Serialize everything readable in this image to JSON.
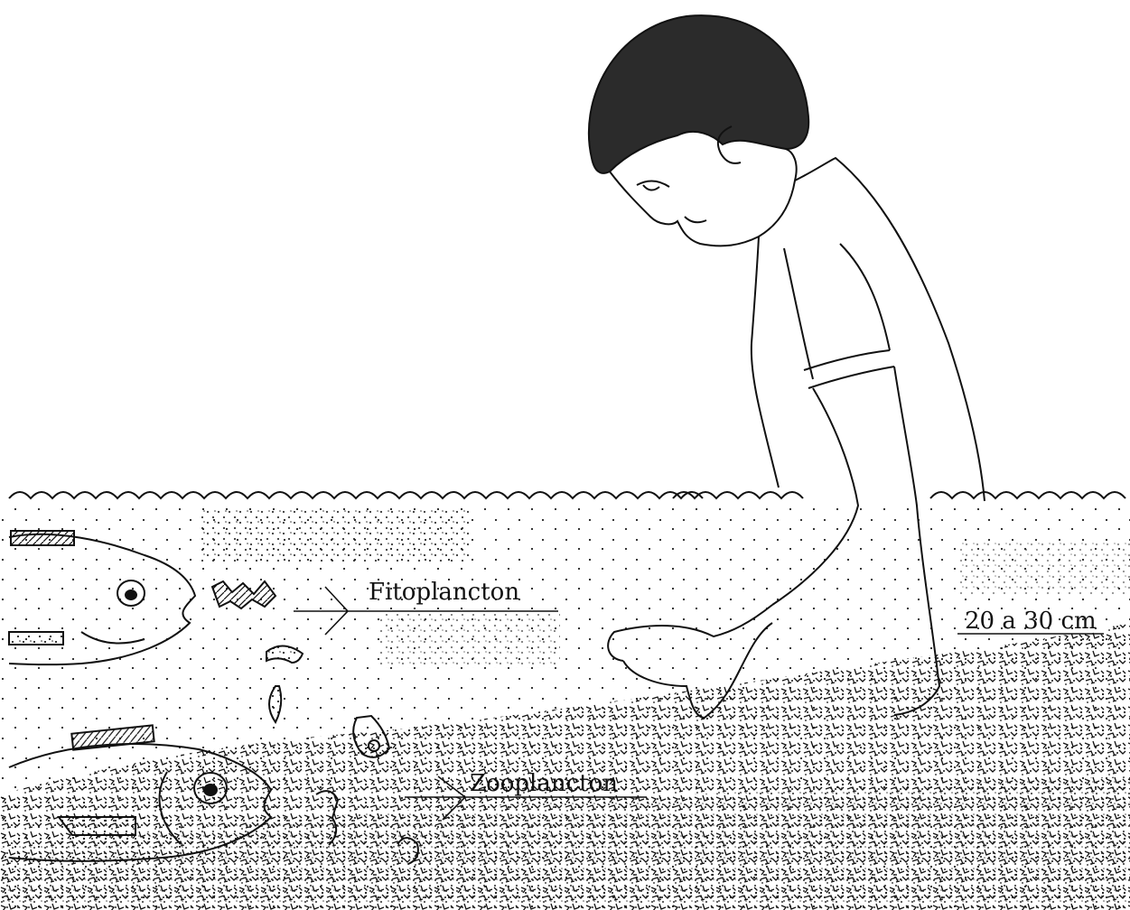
{
  "labels": {
    "phytoplankton": "Fitoplancton",
    "zooplankton": "Zooplancton",
    "depth": "20 a 30 cm"
  },
  "colors": {
    "ink": "#111111",
    "hair": "#2b2b2b",
    "paper": "#ffffff"
  }
}
